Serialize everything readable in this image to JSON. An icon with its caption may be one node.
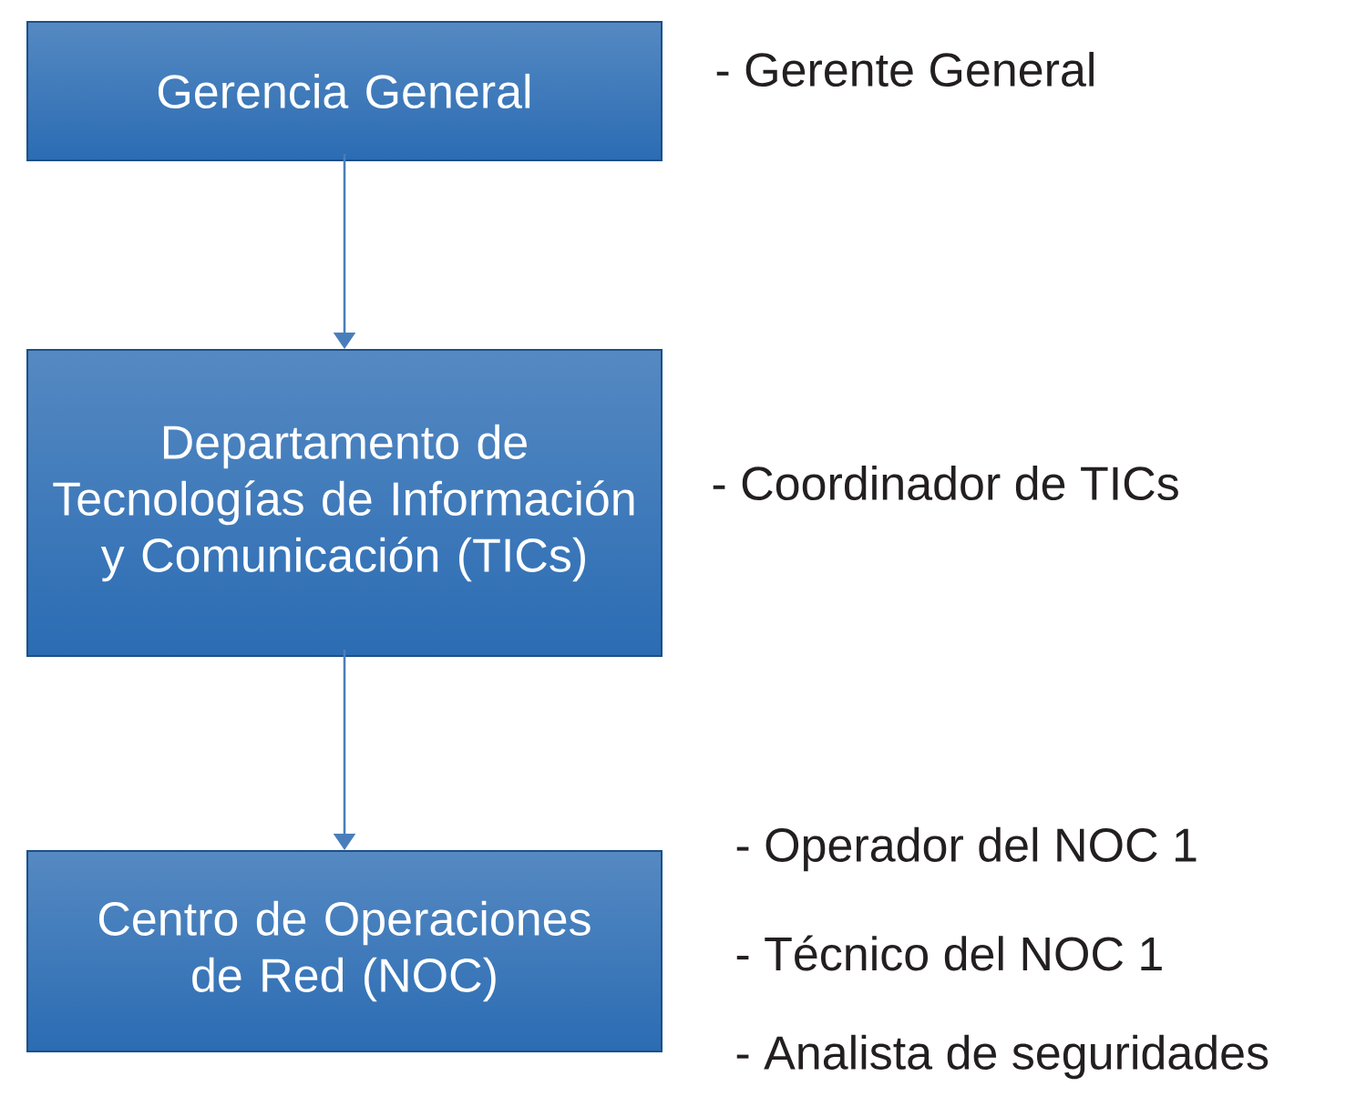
{
  "diagram": {
    "nodes": [
      {
        "text": [
          "Gerencia General"
        ],
        "beside": [
          "- Gerente General"
        ]
      },
      {
        "text": [
          "Departamento de Tecnologías de Información y Comunicación (TICs)"
        ],
        "beside": [
          "- Coordinador de TICs"
        ]
      },
      {
        "text": [
          "Centro de Operaciones de Red (NOC)"
        ],
        "beside": [
          "- Operador del NOC 1",
          "- Técnico del NOC 1",
          "- Analista de seguridades"
        ]
      }
    ],
    "edges": [
      {
        "from": 0,
        "to": 1,
        "arrow": "to"
      },
      {
        "from": 1,
        "to": 2,
        "arrow": "to"
      }
    ]
  }
}
